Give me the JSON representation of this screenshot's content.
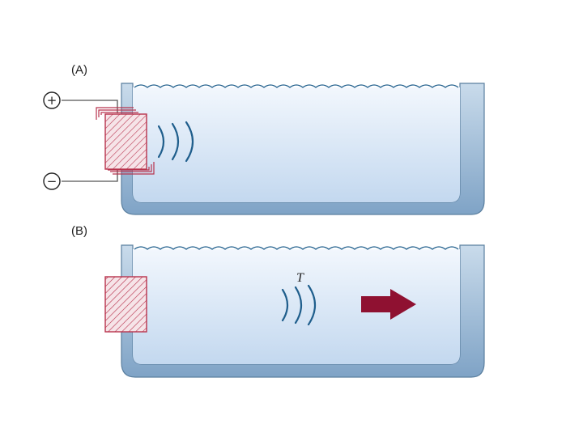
{
  "panels": [
    {
      "label": "(A)"
    },
    {
      "label": "(B)"
    }
  ],
  "terminals": {
    "positive": "+",
    "negative": "−"
  },
  "wave_label": "T",
  "icons": {
    "transducer": "hatched-crystal-transducer",
    "wave_arcs": "sound-wave-arcs-icon",
    "direction": "right-arrow-icon"
  },
  "colors": {
    "water_top": "#f2f7fd",
    "water_bottom": "#c3d8ef",
    "tank_wall": "#8fb1d1",
    "tank_wall_edge": "#5a7f9f",
    "transducer": "#b8334d",
    "transducer_fill": "#f6e4e8",
    "wave": "#1f5e8c",
    "arrow": "#8f1131",
    "wire": "#555555"
  }
}
